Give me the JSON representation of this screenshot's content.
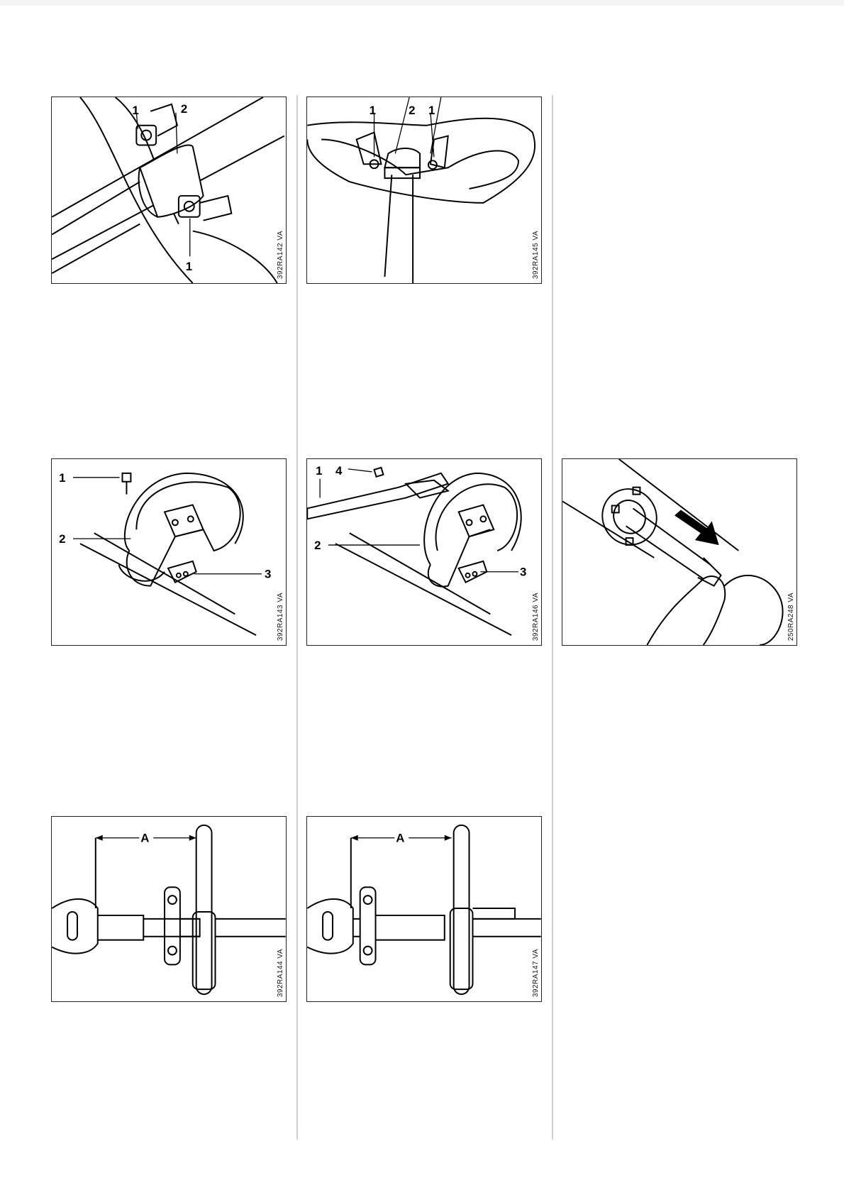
{
  "figures": {
    "fig1": {
      "code": "392RA142 VA",
      "labels": [
        "1",
        "2",
        "1"
      ]
    },
    "fig2": {
      "code": "392RA145 VA",
      "labels": [
        "1",
        "2",
        "1"
      ]
    },
    "fig3": {
      "code": "392RA143 VA",
      "labels": [
        "1",
        "2",
        "3"
      ]
    },
    "fig4": {
      "code": "392RA146 VA",
      "labels": [
        "1",
        "4",
        "2",
        "3"
      ]
    },
    "fig5": {
      "code": "250RA248 VA"
    },
    "fig6": {
      "code": "392RA144 VA",
      "labels": [
        "A"
      ]
    },
    "fig7": {
      "code": "392RA147 VA",
      "labels": [
        "A"
      ]
    }
  }
}
